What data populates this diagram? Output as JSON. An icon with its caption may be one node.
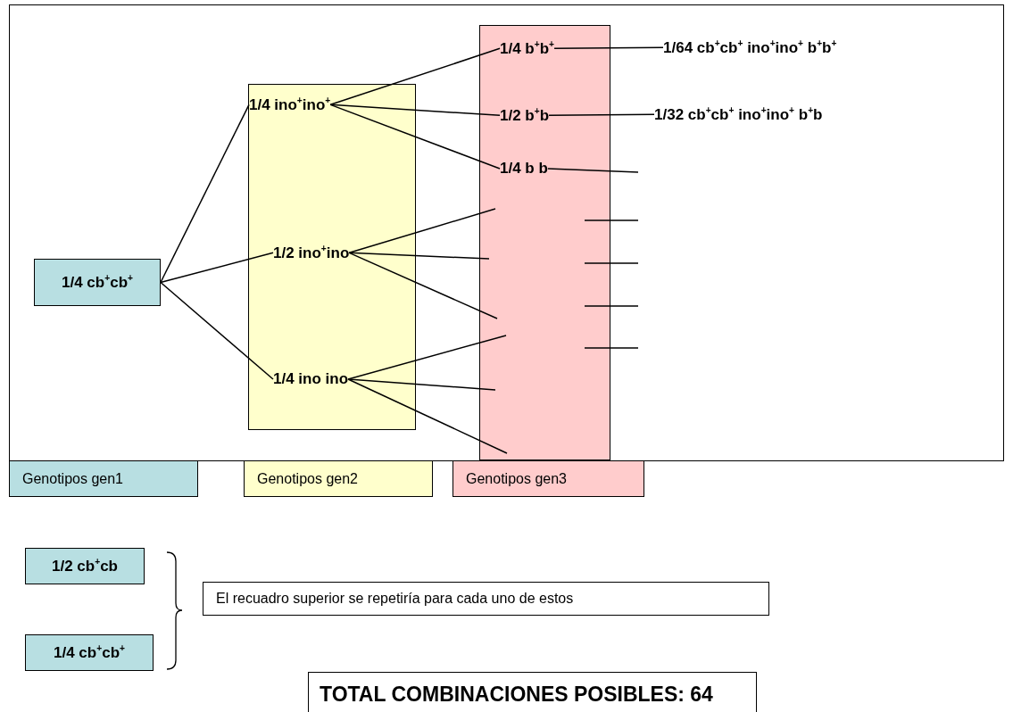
{
  "diagram": {
    "nodes": [
      {
        "text": [
          "1/4 cb$^{+}$cb$^{+}$"
        ]
      },
      {
        "text": [],
        "shape": "bar"
      },
      {
        "text": [
          "1/4 ino$^{+}$ino$^{+}$"
        ],
        "in": 1
      },
      {
        "text": [
          "1/2 ino$^{+}$ino"
        ],
        "in": 1
      },
      {
        "text": [
          "1/4 ino ino"
        ],
        "in": 1
      },
      {
        "text": [],
        "shape": "bar"
      },
      {
        "text": [
          "1/4 b$^{+}$b$^{+}$"
        ],
        "in": 5
      },
      {
        "text": [
          "1/2 b$^{+}$b"
        ],
        "in": 5
      },
      {
        "text": [
          "1/4 b b"
        ],
        "in": 5
      },
      {
        "text": [
          "1/64 cb$^{+}$cb$^{+}$ ino$^{+}$ino$^{+}$ b$^{+}$b$^{+}$"
        ]
      },
      {
        "text": [
          "1/32 cb$^{+}$cb$^{+}$ ino$^{+}$ino$^{+}$ b$^{+}$b"
        ]
      },
      {
        "text": [
          "1/2 cb$^{+}$cb"
        ]
      },
      {
        "text": [
          "1/4 cb$^{+}$cb$^{+}$"
        ]
      },
      {
        "text": [
          "El recuadro superior se repetiría para cada uno de estos"
        ]
      },
      {
        "text": [
          "TOTAL COMBINACIONES POSIBLES:  64"
        ]
      }
    ],
    "edges": [
      {
        "from": 0,
        "to": 2,
        "arrow": "none"
      },
      {
        "from": 0,
        "to": 3,
        "arrow": "none"
      },
      {
        "from": 0,
        "to": 4,
        "arrow": "none"
      },
      {
        "from": 2,
        "to": 6,
        "arrow": "none"
      },
      {
        "from": 2,
        "to": 7,
        "arrow": "none"
      },
      {
        "from": 2,
        "to": 8,
        "arrow": "none"
      },
      {
        "from": 3,
        "to": 5,
        "arrow": "none"
      },
      {
        "from": 3,
        "to": 5,
        "arrow": "none"
      },
      {
        "from": 3,
        "to": 5,
        "arrow": "none"
      },
      {
        "from": 4,
        "to": 5,
        "arrow": "none"
      },
      {
        "from": 4,
        "to": 5,
        "arrow": "none"
      },
      {
        "from": 4,
        "to": 5,
        "arrow": "none"
      },
      {
        "from": 6,
        "to": 9,
        "arrow": "none"
      },
      {
        "from": 7,
        "to": 10,
        "arrow": "none"
      },
      {
        "from": 8,
        "to": null,
        "arrow": "none"
      }
    ],
    "legend": [
      {
        "text": "Genotipos gen1",
        "color": "#b8dfe2"
      },
      {
        "text": "Genotipos gen2",
        "color": "#ffffcc"
      },
      {
        "text": "Genotipos gen3",
        "color": "#ffcccc"
      }
    ]
  }
}
